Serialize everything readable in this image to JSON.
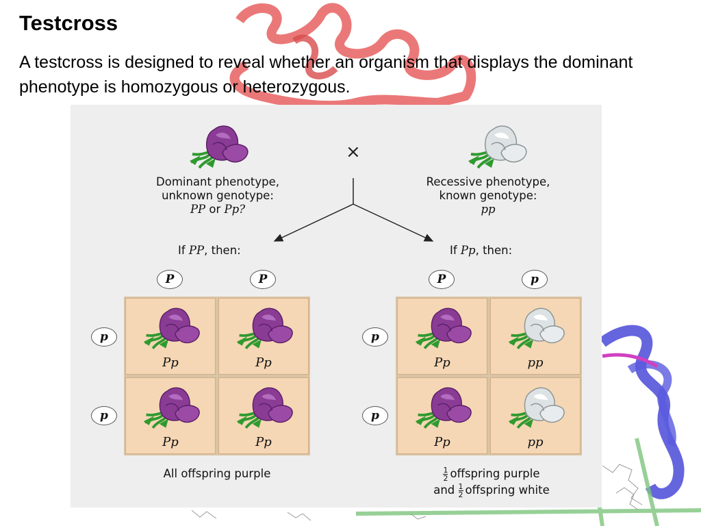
{
  "slide": {
    "title": "Testcross",
    "body": "A testcross is designed to reveal whether an organism that displays the dominant phenotype is homozygous or heterozygous."
  },
  "figure": {
    "cross_symbol": "×",
    "left_parent": {
      "line1": "Dominant phenotype,",
      "line2": "unknown genotype:",
      "genotype_a": "PP",
      "genotype_or": " or ",
      "genotype_b": "Pp?",
      "flower_color": "purple"
    },
    "right_parent": {
      "line1": "Recessive phenotype,",
      "line2": "known genotype:",
      "genotype": "pp",
      "flower_color": "white"
    },
    "left_case": {
      "if_prefix": "If ",
      "if_genotype": "PP",
      "if_suffix": ", then:",
      "top_gametes": [
        "P",
        "P"
      ],
      "side_gametes": [
        "p",
        "p"
      ],
      "cells": [
        {
          "genotype": "Pp",
          "color": "purple"
        },
        {
          "genotype": "Pp",
          "color": "purple"
        },
        {
          "genotype": "Pp",
          "color": "purple"
        },
        {
          "genotype": "Pp",
          "color": "purple"
        }
      ],
      "result": "All offspring purple"
    },
    "right_case": {
      "if_prefix": "If ",
      "if_genotype": "Pp",
      "if_suffix": ", then:",
      "top_gametes": [
        "P",
        "p"
      ],
      "side_gametes": [
        "p",
        "p"
      ],
      "cells": [
        {
          "genotype": "Pp",
          "color": "purple"
        },
        {
          "genotype": "pp",
          "color": "white"
        },
        {
          "genotype": "Pp",
          "color": "purple"
        },
        {
          "genotype": "pp",
          "color": "white"
        }
      ],
      "result_frac_num": "1",
      "result_frac_den": "2",
      "result_line1": "offspring purple",
      "result_and": "and",
      "result_line2": "offspring white"
    }
  },
  "colors": {
    "purple_petal": "#8a3c95",
    "white_petal": "#dde2e4",
    "leaf": "#2f9a2f",
    "punnett_cell": "#f5d7b5",
    "figure_bg": "#eeeeee"
  }
}
